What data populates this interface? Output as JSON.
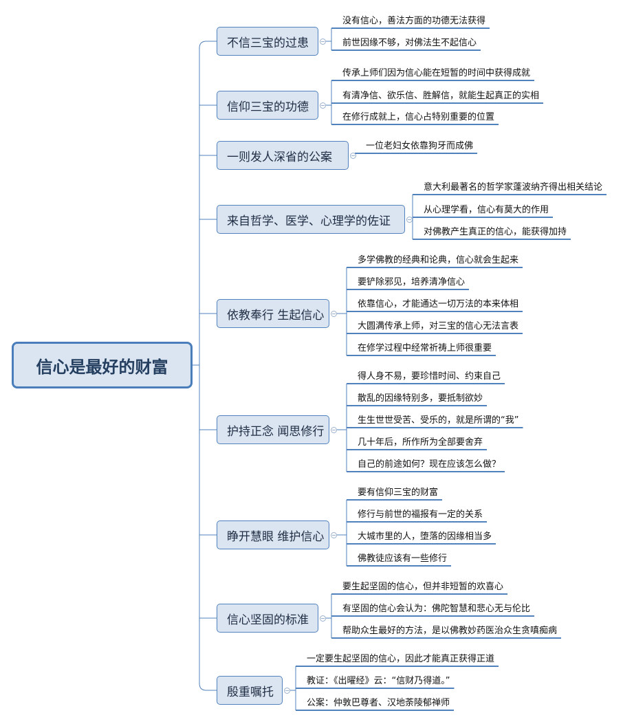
{
  "root": {
    "label": "信心是最好的财富"
  },
  "branches": [
    {
      "label": "不信三宝的过患",
      "children": [
        "没有信心，善法方面的功德无法获得",
        "前世因缘不够，对佛法生不起信心"
      ]
    },
    {
      "label": "信仰三宝的功德",
      "children": [
        "传承上师们因为信心能在短暂的时间中获得成就",
        "有清净信、欲乐信、胜解信，就能生起真正的实相",
        "在修行成就上，信心占特别重要的位置"
      ]
    },
    {
      "label": "一则发人深省的公案",
      "children": [
        "一位老妇女依靠狗牙而成佛"
      ]
    },
    {
      "label": "来自哲学、医学、心理学的佐证",
      "children": [
        "意大利最著名的哲学家蓬波纳齐得出相关结论",
        "从心理学看，信心有莫大的作用",
        "对佛教产生真正的信心，能获得加持"
      ]
    },
    {
      "label": "依教奉行 生起信心",
      "children": [
        "多学佛教的经典和论典，信心就会生起来",
        "要铲除邪见，培养清净信心",
        "依靠信心，才能通达一切万法的本来体相",
        "大圆满传承上师，对三宝的信心无法言表",
        "在修学过程中经常祈祷上师很重要"
      ]
    },
    {
      "label": "护持正念 闻思修行",
      "children": [
        "得人身不易，要珍惜时间、约束自己",
        "散乱的因缘特别多，要抵制欲妙",
        "生生世世受苦、受乐的，就是所谓的“我”",
        "几十年后，所作所为全部要舍弃",
        "自己的前途如何？现在应该怎么做？"
      ]
    },
    {
      "label": "睁开慧眼 维护信心",
      "children": [
        "要有信仰三宝的财富",
        "修行与前世的福报有一定的关系",
        "大城市里的人，堕落的因缘相当多",
        "佛教徒应该有一些修行"
      ]
    },
    {
      "label": "信心坚固的标准",
      "children": [
        "要生起坚固的信心，但并非短暂的欢喜心",
        "有坚固的信心会认为：佛陀智慧和悲心无与伦比",
        "帮助众生最好的方法，是以佛教妙药医治众生贪嗔痴病"
      ]
    },
    {
      "label": "殷重嘱托",
      "children": [
        "一定要生起坚固的信心，因此才能真正获得正道",
        "教证：《出曜经》云：“信财乃得道。”",
        "公案：仲敦巴尊者、汉地荼陵郁禅师"
      ]
    }
  ],
  "colors": {
    "line": "#4f81bd",
    "node_fill": "#dbe5f1",
    "node_border": "#4f81bd",
    "root_text": "#243f60"
  }
}
